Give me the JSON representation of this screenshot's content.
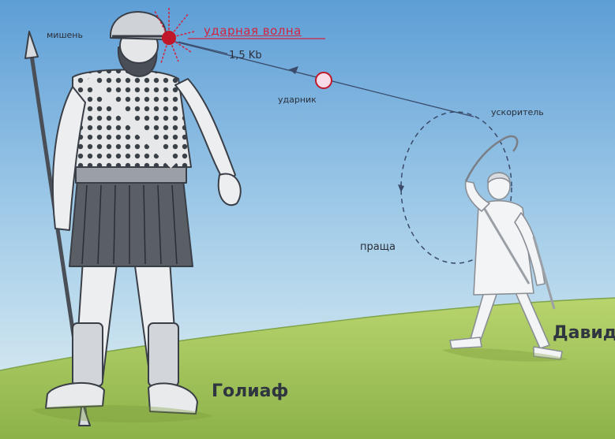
{
  "labels": {
    "target": "мишень",
    "shock_wave": "ударная волна",
    "energy": "1,5 Kb",
    "impactor": "ударник",
    "accelerator": "ускоритель",
    "sling": "праща",
    "goliath": "Голиаф",
    "david": "Давид"
  },
  "colors": {
    "sky_top": "#5d9ed6",
    "sky_bottom": "#e3f0f2",
    "ground": "#9fc25c",
    "shock": "#d2243f",
    "impact_dot": "#c01828",
    "line": "#3a4a6a"
  }
}
